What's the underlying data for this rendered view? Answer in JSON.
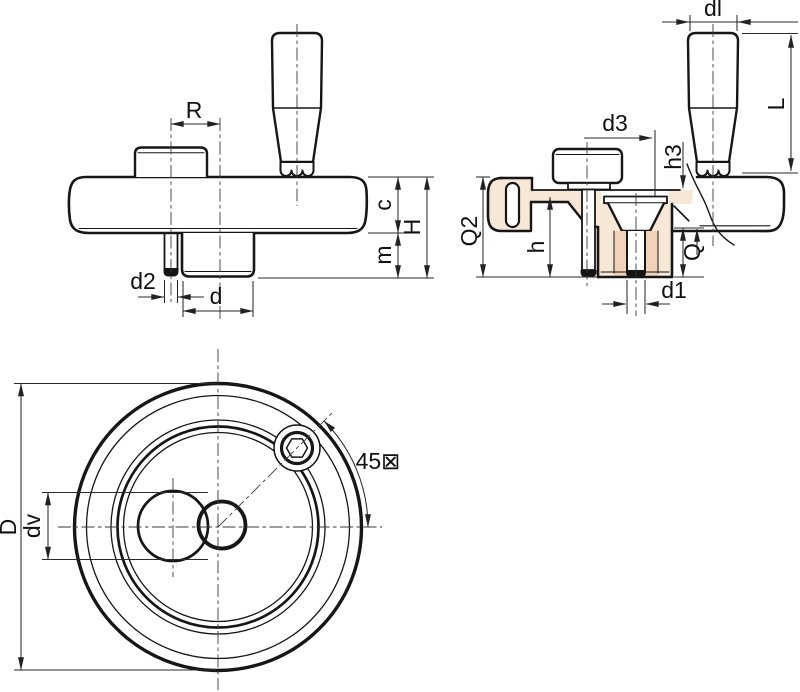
{
  "drawing": {
    "title": "handwheel-three-view-technical-drawing",
    "colors": {
      "background": "#ffffff",
      "line": "#161616",
      "dimension": "#2a2a2a",
      "section_fill": "#f7e7d6",
      "section_fill_dark": "#f2d2bb"
    },
    "labels": {
      "R": "R",
      "c": "c",
      "H": "H",
      "m": "m",
      "d2": "d2",
      "d": "d",
      "dl": "dl",
      "L": "L",
      "d3": "d3",
      "h3": "h3",
      "Q2": "Q2",
      "h": "h",
      "Q": "Q",
      "d1": "d1",
      "D": "D",
      "dv": "dv",
      "angle45": "45⊠"
    }
  }
}
